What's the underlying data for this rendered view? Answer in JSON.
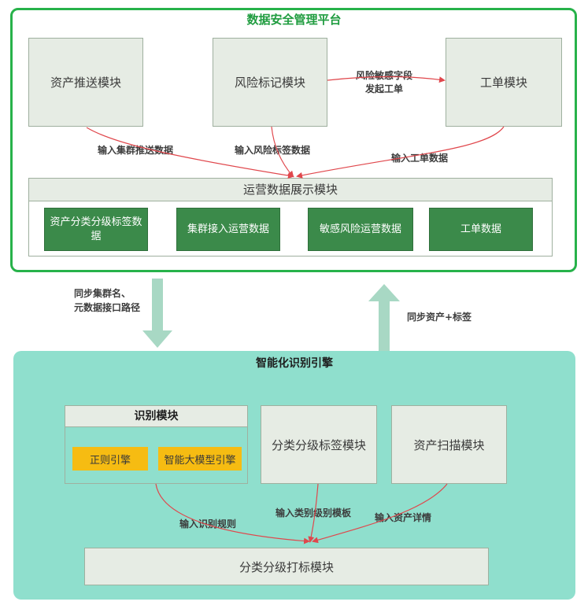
{
  "platform": {
    "title": "数据安全管理平台",
    "modules": {
      "asset_push": "资产推送模块",
      "risk_mark": "风险标记模块",
      "ticket": "工单模块"
    },
    "ops": {
      "title": "运营数据展示模块",
      "items": [
        "资产分类分级标签数据",
        "集群接入运营数据",
        "敏感风险运营数据",
        "工单数据"
      ]
    },
    "labels": {
      "risk_to_ticket": "风险敏感字段\n发起工单",
      "cluster_push": "输入集群推送数据",
      "risk_tag": "输入风险标签数据",
      "ticket_data": "输入工单数据"
    }
  },
  "flows": {
    "down_label": "同步集群名、\n元数据接口路径",
    "up_label": "同步资产+标签"
  },
  "engine": {
    "title": "智能化识别引擎",
    "recognition": {
      "title": "识别模块",
      "regex": "正则引擎",
      "llm": "智能大模型引擎"
    },
    "classify_tag": "分类分级标签模块",
    "asset_scan": "资产扫描模块",
    "marking": "分类分级打标模块",
    "labels": {
      "rules": "输入识别规则",
      "template": "输入类别级别模板",
      "asset_detail": "输入资产详情"
    }
  },
  "colors": {
    "platform_border": "#27b24a",
    "engine_bg": "#8fdfcd",
    "module_bg": "#e6ece4",
    "green_box": "#3b8a4a",
    "yellow_box": "#f6bc12",
    "arrow_red": "#e0474c",
    "sync_arrow": "#a8d8c4"
  }
}
